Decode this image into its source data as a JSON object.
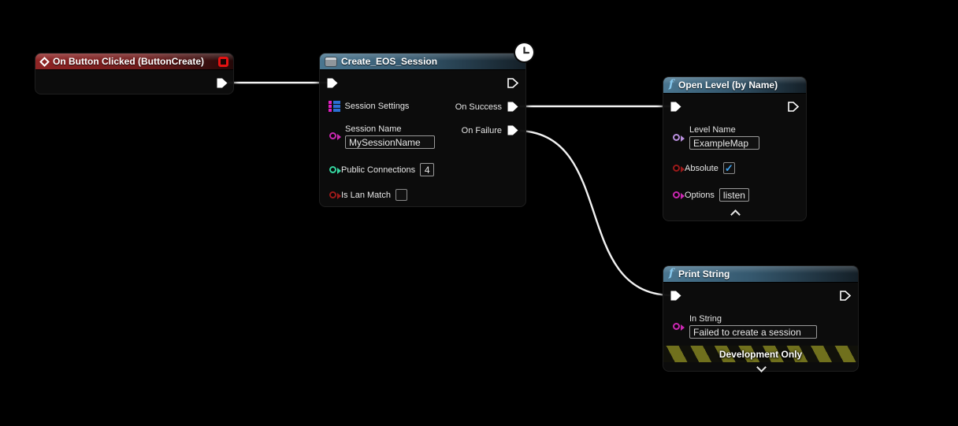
{
  "canvas": {
    "background": "#000000",
    "wire_color": "#f2f2f2"
  },
  "icons": {
    "event_icon": "event-diamond",
    "function_icon": "f",
    "check": "✓",
    "latent_icon": "clock",
    "widget_binding_icon": "red-square",
    "macro_icon": "gray-window"
  },
  "colors": {
    "event_header": "#8e2424",
    "function_header": "#4a7690",
    "exec_pin": "#ffffff",
    "string_pin": "#cb28b2",
    "int_pin": "#35d6a0",
    "bool_pin": "#9c1a1a",
    "name_pin": "#b98fdd",
    "banner_stripe": "#70701d",
    "check_color": "#3da2f0"
  },
  "nodes": {
    "event": {
      "title": "On Button Clicked (ButtonCreate)"
    },
    "create": {
      "title": "Create_EOS_Session",
      "pins": {
        "session_settings": {
          "label": "Session Settings"
        },
        "on_success": {
          "label": "On Success"
        },
        "on_failure": {
          "label": "On Failure"
        },
        "session_name": {
          "label": "Session Name",
          "value": "MySessionName"
        },
        "public_connections": {
          "label": "Public Connections",
          "value": "4"
        },
        "is_lan_match": {
          "label": "Is Lan Match",
          "checked": false
        }
      }
    },
    "open_level": {
      "title": "Open Level (by Name)",
      "pins": {
        "level_name": {
          "label": "Level Name",
          "value": "ExampleMap"
        },
        "absolute": {
          "label": "Absolute",
          "checked": true
        },
        "options": {
          "label": "Options",
          "value": "listen"
        }
      }
    },
    "print_string": {
      "title": "Print String",
      "pins": {
        "in_string": {
          "label": "In String",
          "value": "Failed to create a session"
        }
      },
      "banner": "Development Only"
    }
  }
}
